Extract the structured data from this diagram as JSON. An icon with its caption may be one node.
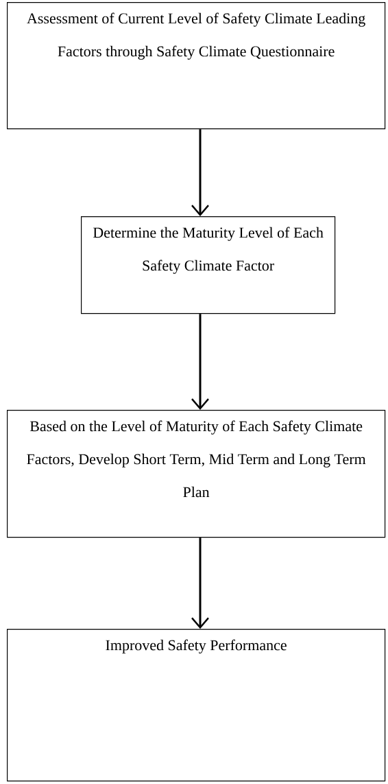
{
  "diagram": {
    "nodes": [
      {
        "text": [
          "Assessment of Current Level of Safety Climate Leading Factors through Safety Climate Questionnaire"
        ]
      },
      {
        "text": [
          "Determine the Maturity Level of Each Safety Climate Factor"
        ]
      },
      {
        "text": [
          "Based on the Level of Maturity of Each Safety Climate Factors, Develop Short Term, Mid Term and Long Term Plan"
        ]
      },
      {
        "text": [
          "Improved Safety Performance"
        ]
      }
    ],
    "edges": [
      {
        "from": 0,
        "to": 1,
        "arrow": "to"
      },
      {
        "from": 1,
        "to": 2,
        "arrow": "to"
      },
      {
        "from": 2,
        "to": 3,
        "arrow": "to"
      }
    ]
  }
}
